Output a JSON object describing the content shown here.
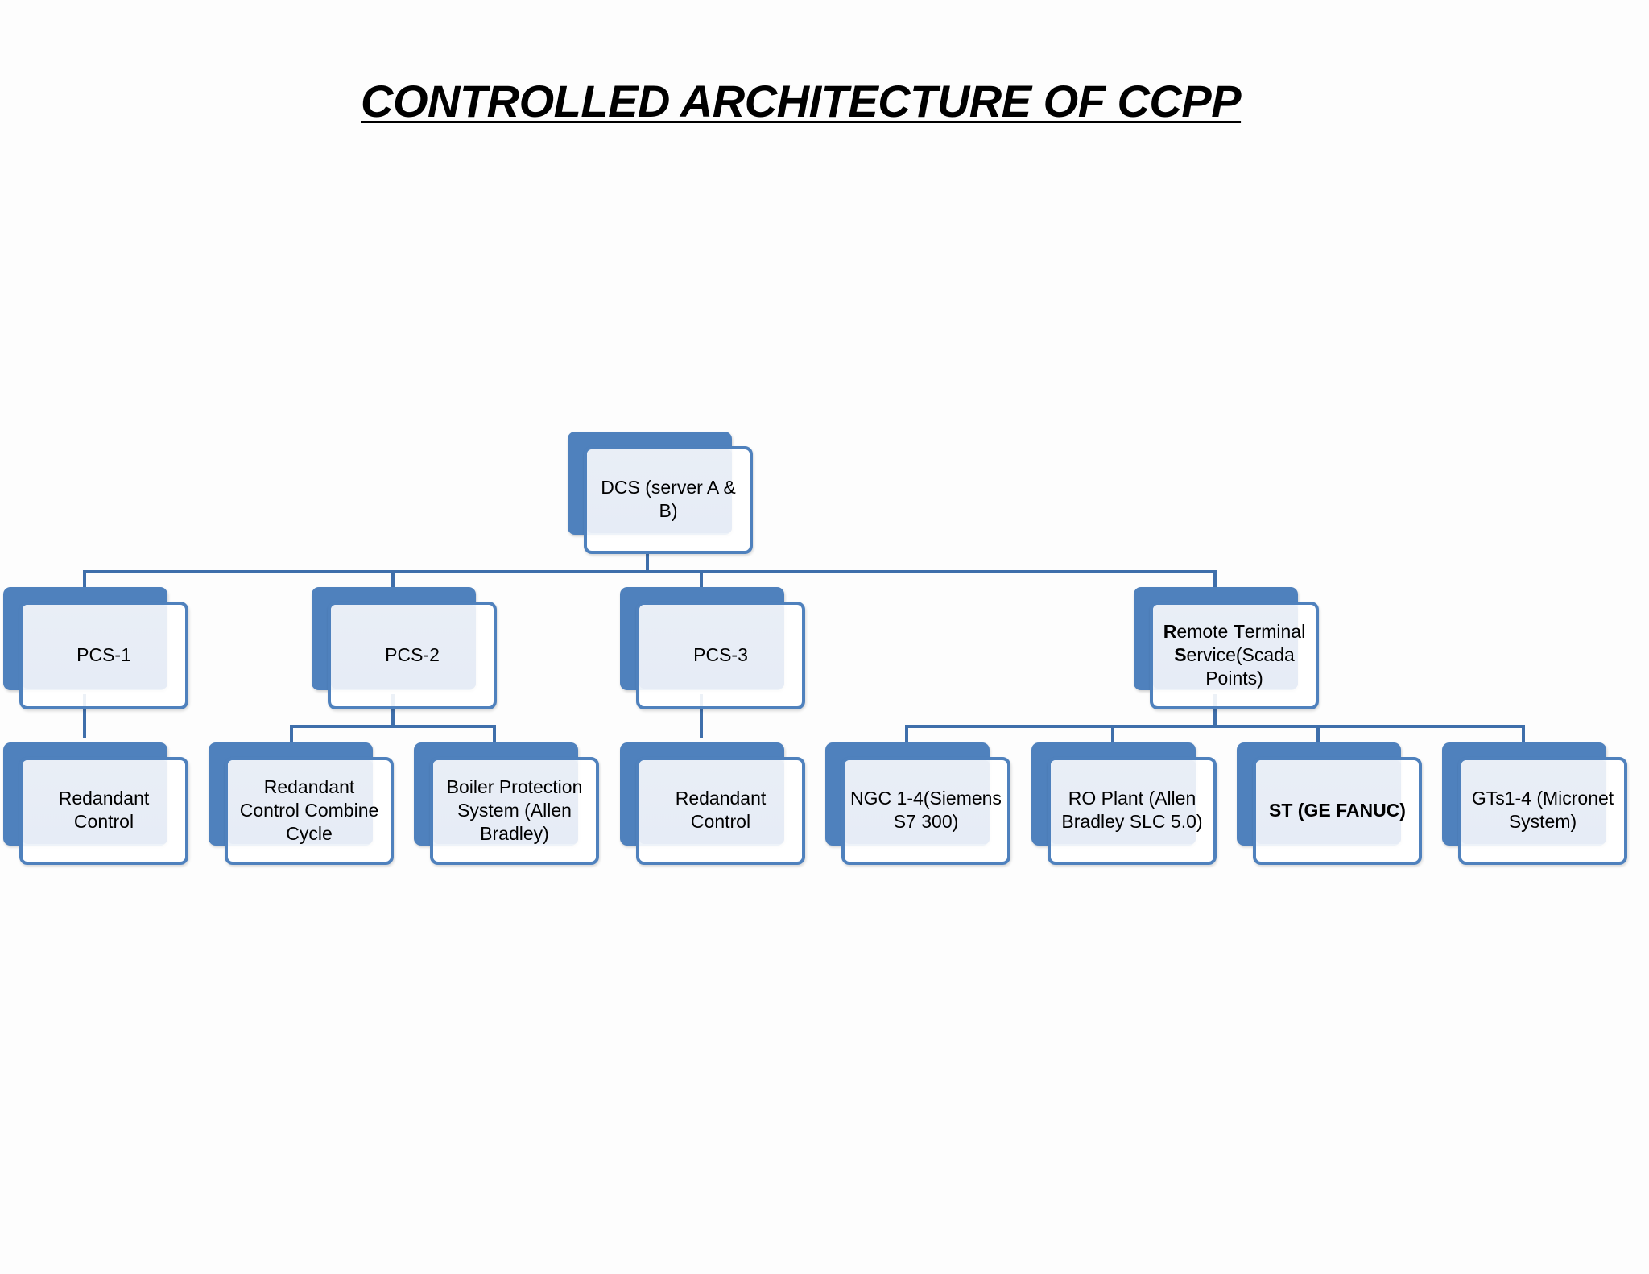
{
  "title": "CONTROLLED ARCHITECTURE OF CCPP",
  "colors": {
    "accent": "#4f81bd",
    "connector": "#3f6fab",
    "node_fill": "#e9eef6"
  },
  "nodes": {
    "dcs": {
      "label": "DCS (server A & B)"
    },
    "pcs1": {
      "label": "PCS-1"
    },
    "pcs2": {
      "label": "PCS-2"
    },
    "pcs3": {
      "label": "PCS-3"
    },
    "rts": {
      "label": "Remote Terminal Service(Scada Points)",
      "parts": [
        {
          "text": "R",
          "bold": true
        },
        {
          "text": "emote ",
          "bold": false
        },
        {
          "text": "T",
          "bold": true
        },
        {
          "text": "erminal ",
          "bold": false
        },
        {
          "text": "S",
          "bold": true
        },
        {
          "text": "ervice(Scada Points)",
          "bold": false
        }
      ]
    },
    "pcs1_child": {
      "label": "Redandant Control"
    },
    "pcs2_child1": {
      "label": "Redandant Control Combine Cycle"
    },
    "pcs2_child2": {
      "label": "Boiler Protection System (Allen Bradley)"
    },
    "pcs3_child": {
      "label": "Redandant Control"
    },
    "ngc": {
      "label": "NGC 1-4(Siemens S7 300)"
    },
    "ro_plant": {
      "label": "RO Plant (Allen Bradley SLC 5.0)"
    },
    "st": {
      "label": "ST (GE FANUC)"
    },
    "gts": {
      "label": "GTs1-4 (Micronet System)"
    }
  }
}
